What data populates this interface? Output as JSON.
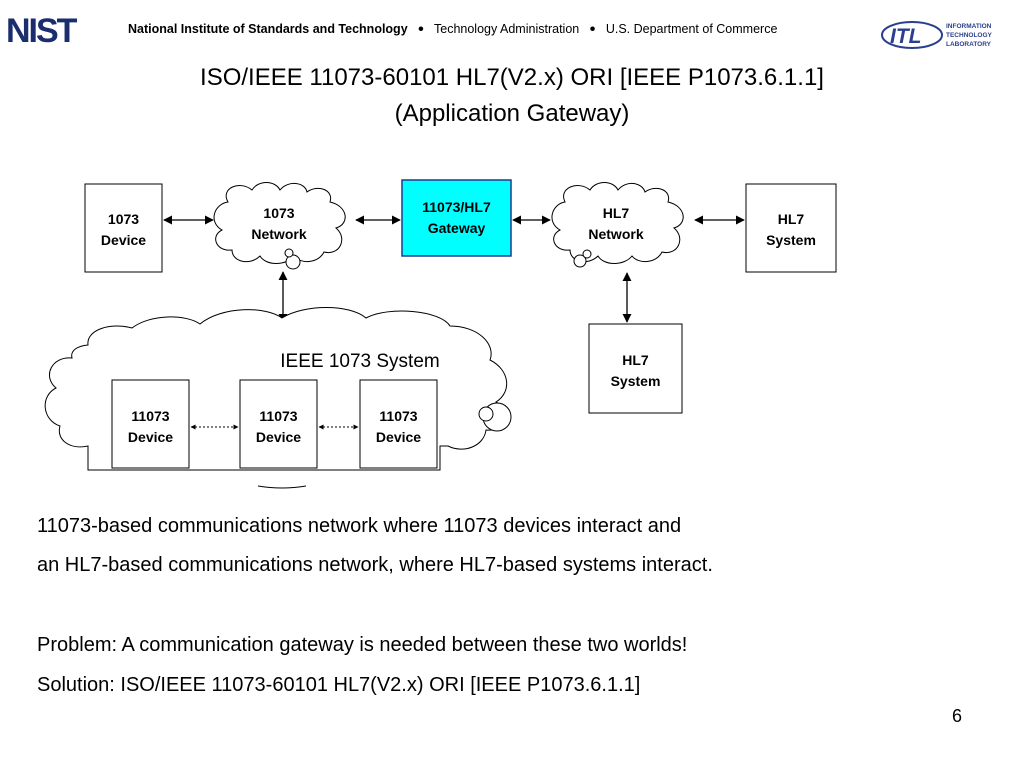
{
  "header": {
    "logo_text": "NIST",
    "org_name": "National Institute of Standards and Technology",
    "separator": "•",
    "admin": "Technology Administration",
    "dept": "U.S. Department of Commerce",
    "itl_logo_text": "ITL",
    "itl_line1": "INFORMATION",
    "itl_line2": "TECHNOLOGY",
    "itl_line3": "LABORATORY"
  },
  "slide": {
    "title_line1": "ISO/IEEE 11073-60101 HL7(V2.x) ORI [IEEE P1073.6.1.1]",
    "title_line2": "(Application Gateway)",
    "page_number": "6"
  },
  "diagram": {
    "device_1073": {
      "l1": "1073",
      "l2": "Device"
    },
    "network_1073": {
      "l1": "1073",
      "l2": "Network"
    },
    "gateway": {
      "l1": "11073/HL7",
      "l2": "Gateway"
    },
    "network_hl7": {
      "l1": "HL7",
      "l2": "Network"
    },
    "hl7_system_right": {
      "l1": "HL7",
      "l2": "System"
    },
    "hl7_system_lower": {
      "l1": "HL7",
      "l2": "System"
    },
    "system_label": "IEEE 1073 System",
    "device_a": {
      "l1": "11073",
      "l2": "Device"
    },
    "device_b": {
      "l1": "11073",
      "l2": "Device"
    },
    "device_c": {
      "l1": "11073",
      "l2": "Device"
    },
    "colors": {
      "gateway_fill": "#00ffff",
      "gateway_stroke": "#1f3a8f"
    }
  },
  "body": {
    "line1": "11073-based communications network where 11073 devices interact and",
    "line2": "an HL7-based communications network, where HL7-based systems interact.",
    "line3": "Problem: A  communication gateway is needed between these two worlds!",
    "line4": "Solution: ISO/IEEE 11073-60101 HL7(V2.x) ORI [IEEE P1073.6.1.1]"
  }
}
